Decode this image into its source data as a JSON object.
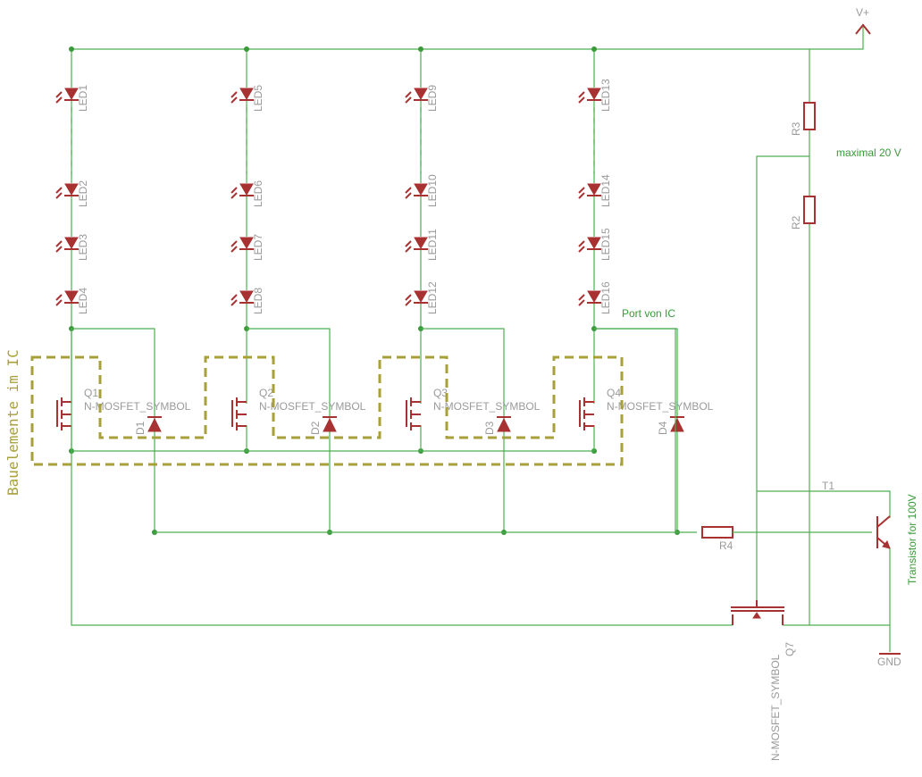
{
  "supply": {
    "vplus": "V+",
    "gnd": "GND"
  },
  "annotations": {
    "max_voltage": "maximal 20 V",
    "port": "Port von IC",
    "ic_elements": "Bauelemente im IC",
    "transistor_note": "Transistor for 100V"
  },
  "columns": [
    {
      "leds": [
        "LED1",
        "LED2",
        "LED3",
        "LED4"
      ],
      "mosfet": "Q1",
      "mosfet_type": "N-MOSFET_SYMBOL",
      "diode": "D1"
    },
    {
      "leds": [
        "LED5",
        "LED6",
        "LED7",
        "LED8"
      ],
      "mosfet": "Q2",
      "mosfet_type": "N-MOSFET_SYMBOL",
      "diode": "D2"
    },
    {
      "leds": [
        "LED9",
        "LED10",
        "LED11",
        "LED12"
      ],
      "mosfet": "Q3",
      "mosfet_type": "N-MOSFET_SYMBOL",
      "diode": "D3"
    },
    {
      "leds": [
        "LED13",
        "LED14",
        "LED15",
        "LED16"
      ],
      "mosfet": "Q4",
      "mosfet_type": "N-MOSFET_SYMBOL",
      "diode": "D4"
    }
  ],
  "resistors": {
    "r2": "R2",
    "r3": "R3",
    "r4": "R4"
  },
  "transistor": {
    "name": "T1"
  },
  "q7": {
    "name": "Q7",
    "type": "N-MOSFET_SYMBOL"
  },
  "colors": {
    "wire": "#4caf50",
    "part": "#a83232",
    "ic_box": "#a8a03a",
    "label": "#9a9a9a"
  }
}
